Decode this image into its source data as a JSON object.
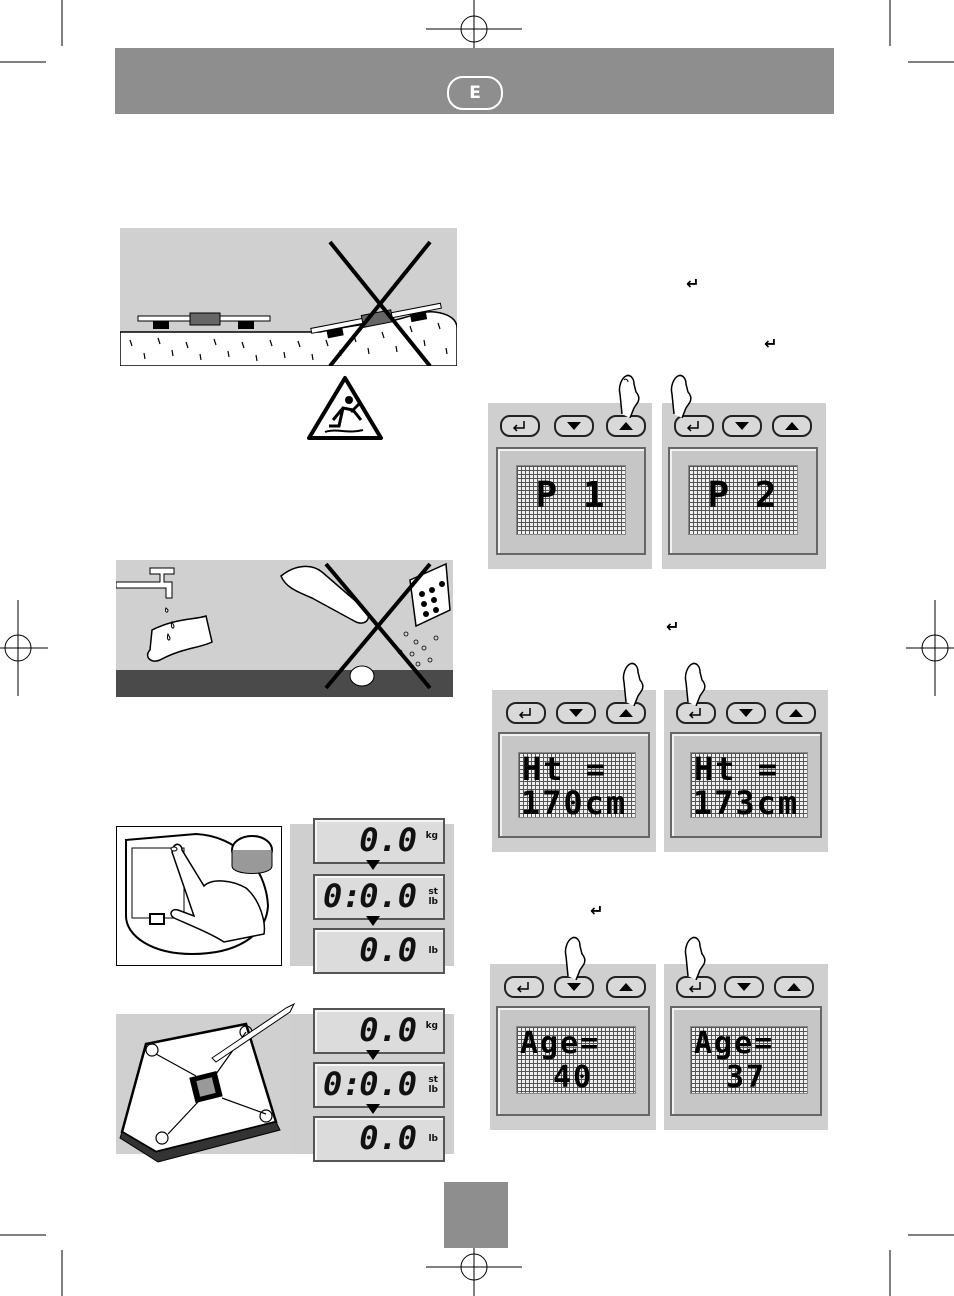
{
  "header": {
    "language_badge": "E"
  },
  "illustrations": {
    "floor_surface": "scale on hard floor vs soft carpet (crossed out)",
    "cleaning": "damp cloth vs chemical cleaners (crossed out)"
  },
  "program_panels": [
    {
      "display": "P 1",
      "pressed": "up"
    },
    {
      "display": "P 2",
      "pressed": "enter"
    }
  ],
  "height_panels": [
    {
      "line1": "Ht =",
      "line2": "170cm",
      "pressed": "up"
    },
    {
      "line1": "Ht =",
      "line2": "173cm",
      "pressed": "enter"
    }
  ],
  "age_panels": [
    {
      "line1": "Age=",
      "line2": "40",
      "pressed": "down"
    },
    {
      "line1": "Age=",
      "line2": "37",
      "pressed": "enter"
    }
  ],
  "unit_sequence_1": [
    {
      "left": "",
      "value": "0.0",
      "unit1": "kg",
      "unit2": ""
    },
    {
      "left": "0:",
      "value": "0.0",
      "unit1": "st",
      "unit2": "lb"
    },
    {
      "left": "",
      "value": "0.0",
      "unit1": "lb",
      "unit2": ""
    }
  ],
  "unit_sequence_2": [
    {
      "left": "",
      "value": "0.0",
      "unit1": "kg",
      "unit2": ""
    },
    {
      "left": "0:",
      "value": "0.0",
      "unit1": "st",
      "unit2": "lb"
    },
    {
      "left": "",
      "value": "0.0",
      "unit1": "lb",
      "unit2": ""
    }
  ],
  "colors": {
    "header_gray": "#8e8e8e",
    "panel_gray": "#cfcfcf"
  }
}
